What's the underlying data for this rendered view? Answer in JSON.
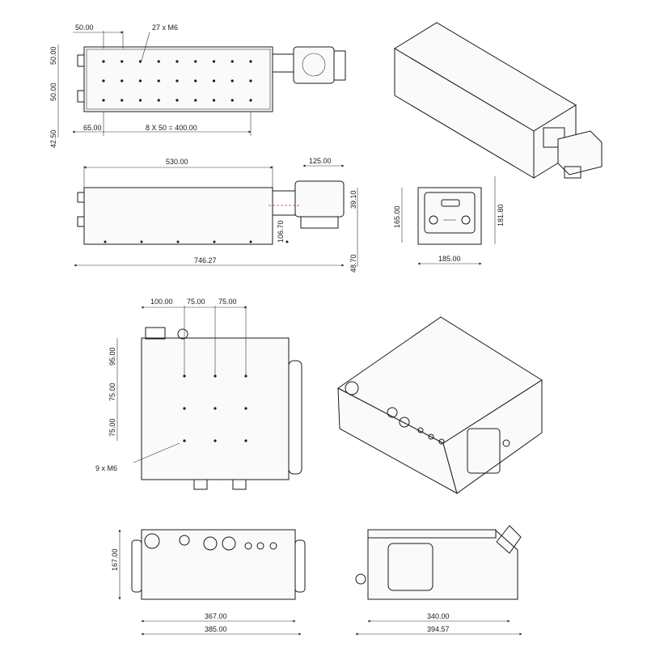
{
  "dims": {
    "top_50a": "50.00",
    "top_holes": "27 x  M6",
    "top_50b": "50.00",
    "top_50c": "50.00",
    "top_4250": "42.50",
    "top_65": "65.00",
    "top_8x50": "8 X 50 = 400.00",
    "side_530": "530.00",
    "side_125": "125.00",
    "side_3910": "39.10",
    "side_10670": "106.70",
    "side_4870": "48.70",
    "side_74627": "746.27",
    "front_165": "165.00",
    "front_18180": "181.80",
    "front_185": "185.00",
    "ctrl_100": "100.00",
    "ctrl_75a": "75.00",
    "ctrl_75b": "75.00",
    "ctrl_95": "95.00",
    "ctrl_75c": "75.00",
    "ctrl_75d": "75.00",
    "ctrl_holes": "9 x  M6",
    "cf_167": "167.00",
    "cf_367": "367.00",
    "cf_385": "385.00",
    "cs_340": "340.00",
    "cs_39457": "394.57"
  },
  "colors": {
    "line": "#1a1a1a",
    "centerline": "#c0392b"
  }
}
